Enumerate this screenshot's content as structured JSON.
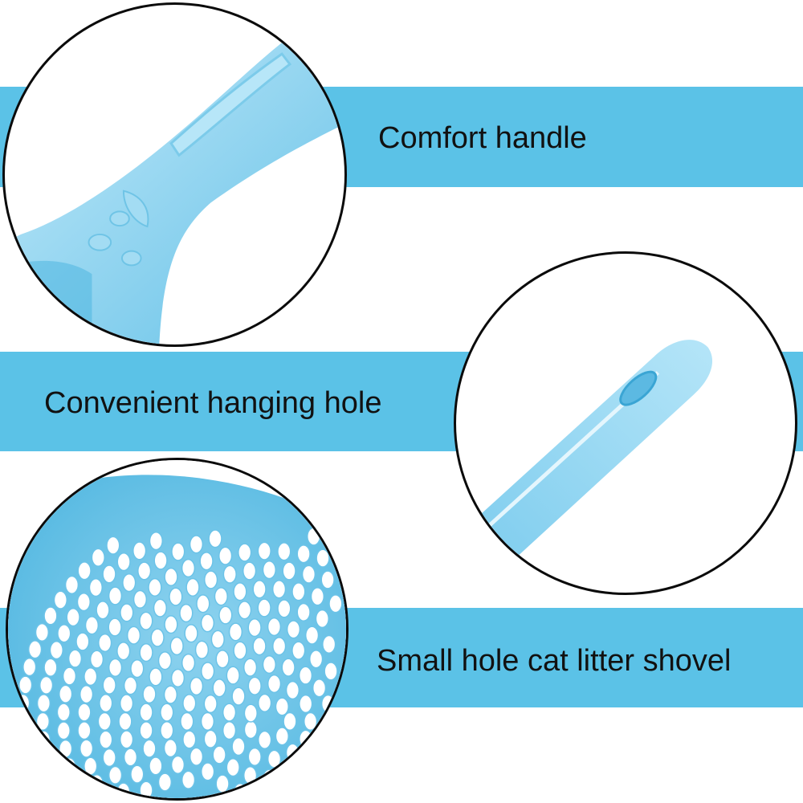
{
  "features": [
    {
      "label": "Comfort handle",
      "image": "handle-closeup-image"
    },
    {
      "label": "Convenient hanging hole",
      "image": "hanging-hole-closeup-image"
    },
    {
      "label": "Small hole cat litter shovel",
      "image": "sieve-closeup-image"
    }
  ],
  "colors": {
    "band": "#5bc2e7",
    "plastic": "#8fd3ef",
    "plastic_dark": "#4fb6e0",
    "outline": "#0b0b0b",
    "text": "#111111"
  }
}
